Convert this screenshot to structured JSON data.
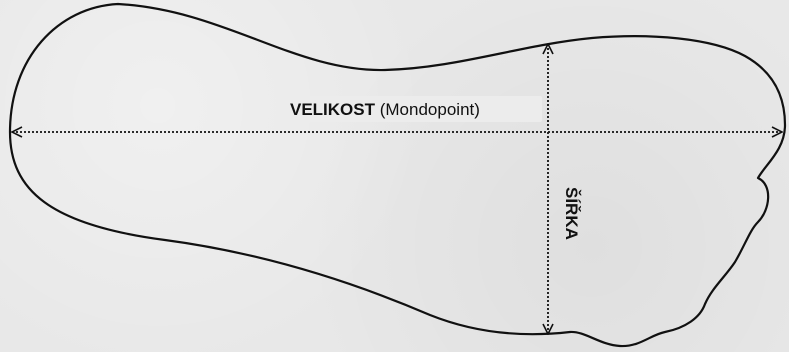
{
  "diagram": {
    "length_label_strong": "VELIKOST",
    "length_label_rest": " (Mondopoint)",
    "width_label": "ŠÍŘKA"
  }
}
